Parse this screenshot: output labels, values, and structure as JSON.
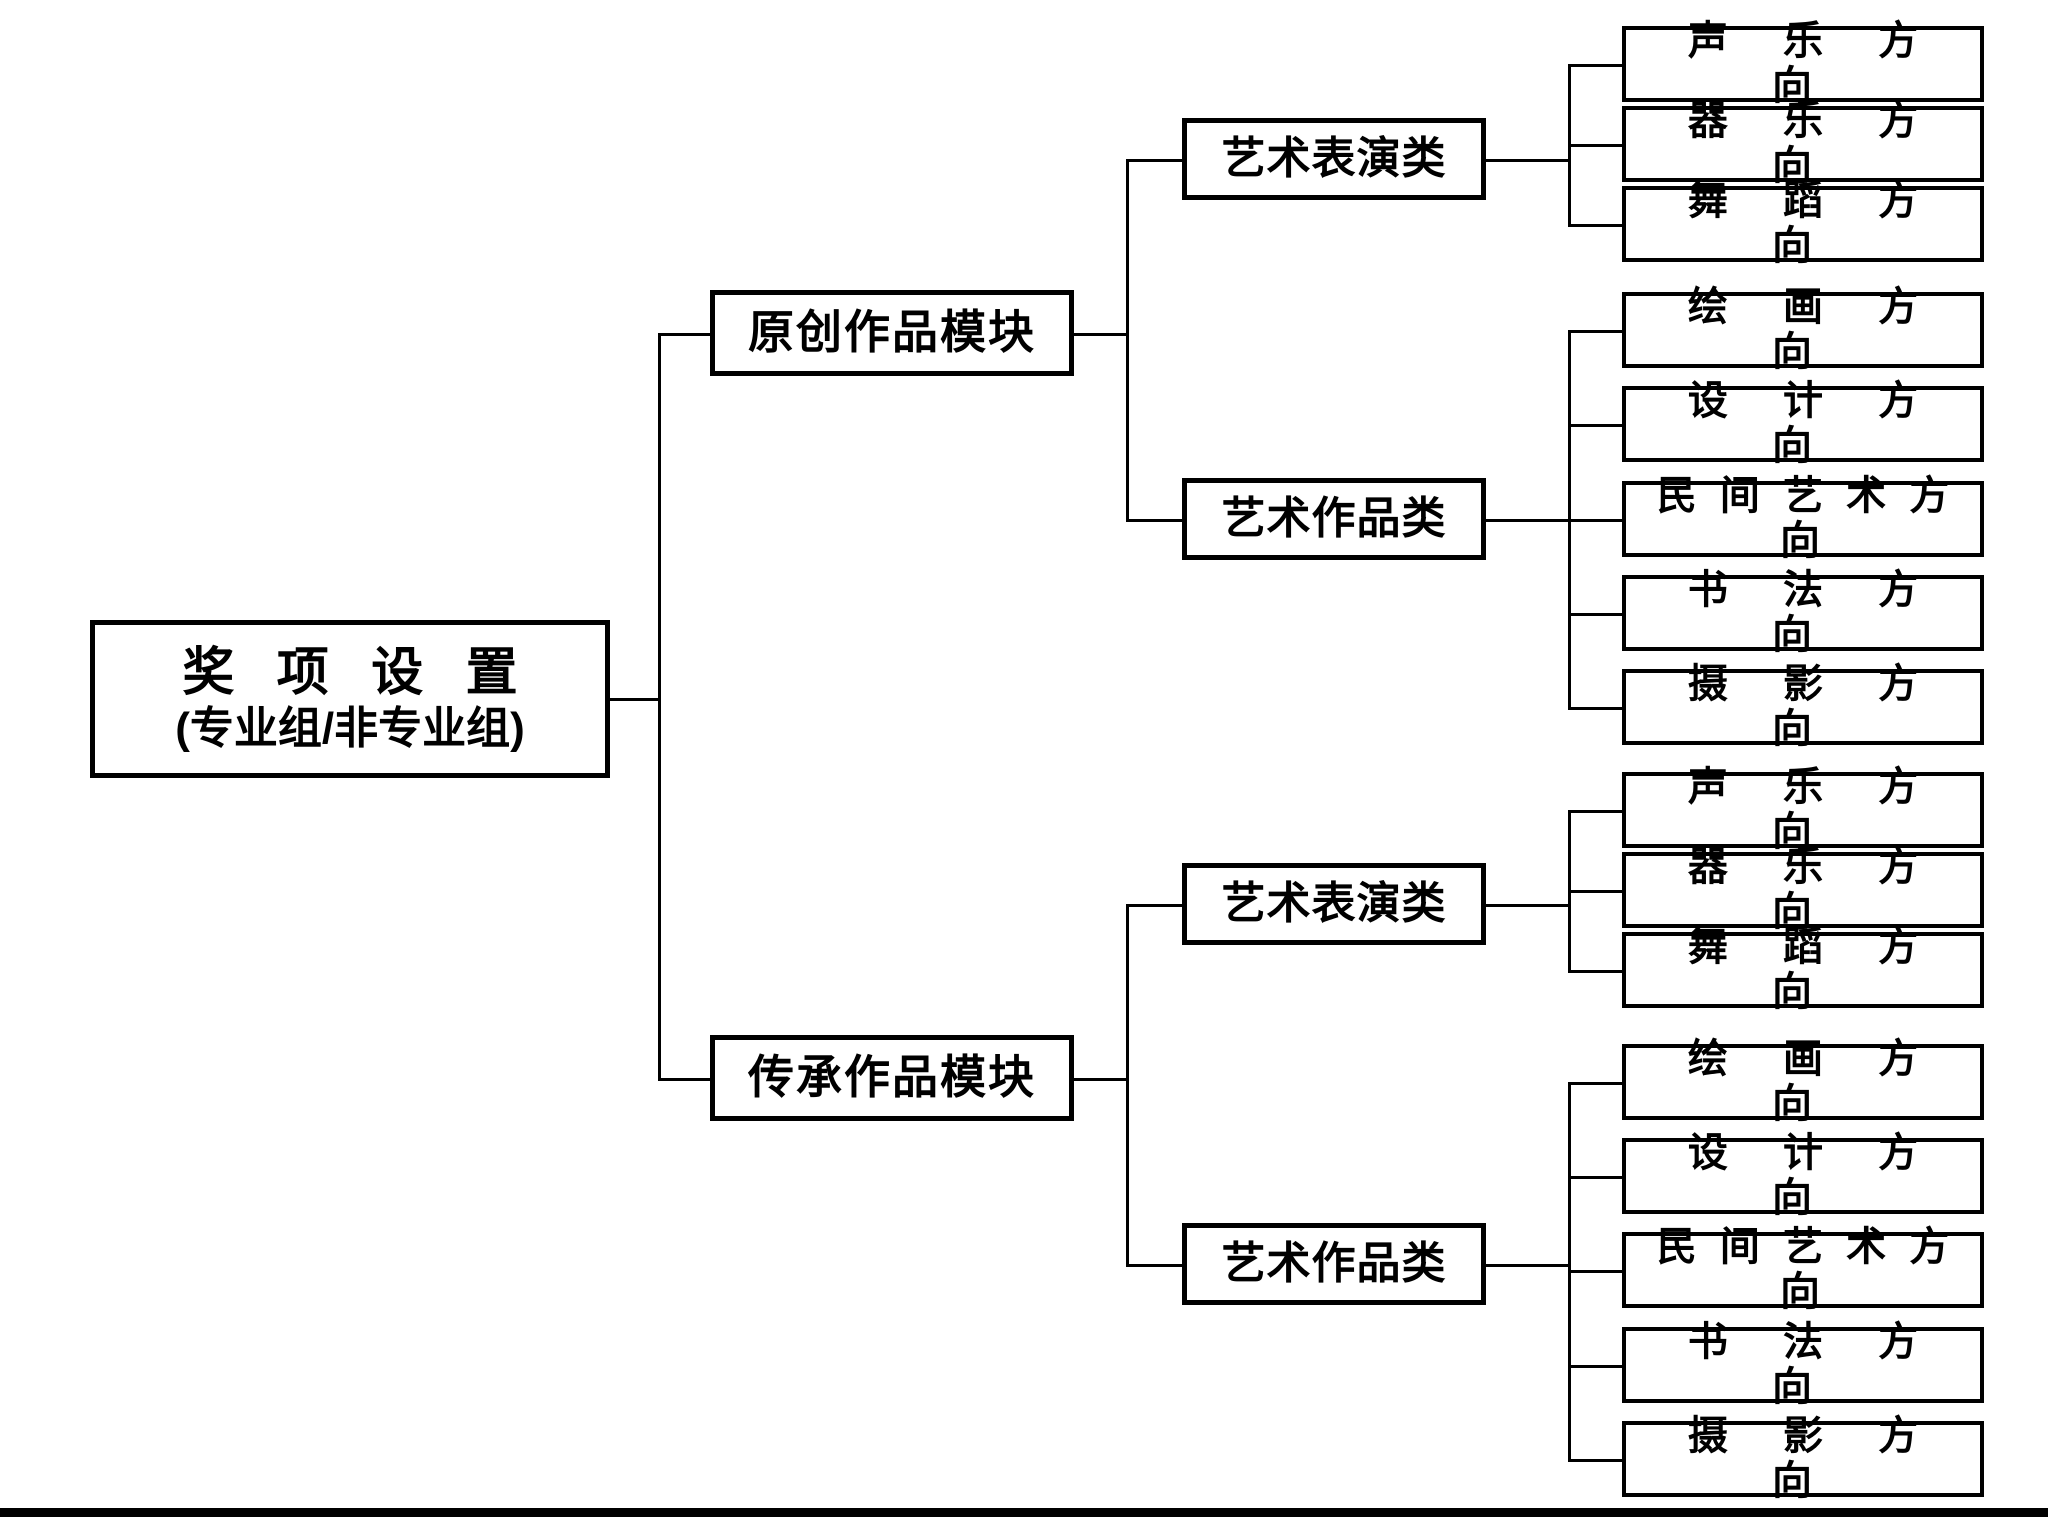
{
  "diagram": {
    "type": "tree",
    "orientation": "left-to-right",
    "root": {
      "title_line1": "奖 项 设 置",
      "title_line2": "(专业组/非专业组)"
    },
    "modules": [
      {
        "label": "原创作品模块",
        "categories": [
          {
            "label": "艺术表演类",
            "leaves": [
              "声 乐 方 向",
              "器 乐 方 向",
              "舞 蹈 方 向"
            ]
          },
          {
            "label": "艺术作品类",
            "leaves": [
              "绘 画 方 向",
              "设 计 方 向",
              "民 间 艺 术 方 向",
              "书 法 方 向",
              "摄 影 方 向"
            ]
          }
        ]
      },
      {
        "label": "传承作品模块",
        "categories": [
          {
            "label": "艺术表演类",
            "leaves": [
              "声 乐 方 向",
              "器 乐 方 向",
              "舞 蹈 方 向"
            ]
          },
          {
            "label": "艺术作品类",
            "leaves": [
              "绘 画 方 向",
              "设 计 方 向",
              "民 间 艺 术 方 向",
              "书 法 方 向",
              "摄 影 方 向"
            ]
          }
        ]
      }
    ],
    "colors": {
      "line": "#000000",
      "box_border": "#000000",
      "background": "#ffffff",
      "text": "#000000"
    }
  }
}
